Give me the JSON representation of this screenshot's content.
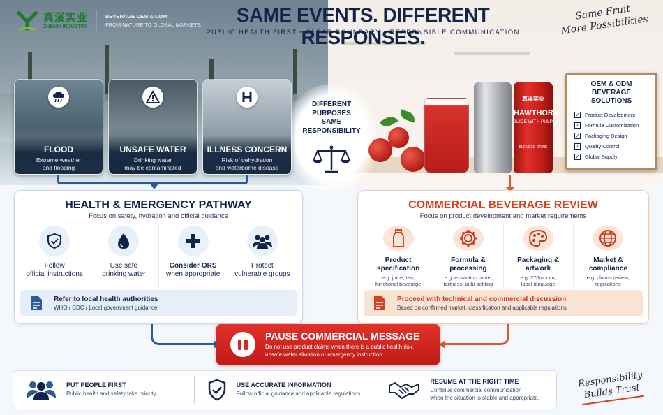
{
  "brand": {
    "name_cn": "真溪实业",
    "name_en": "ZHENXI INDUSTRY",
    "tagline_1": "BEVERAGE OEM & ODM",
    "tagline_2": "FROM NATURE TO GLOBAL MARKETS"
  },
  "header": {
    "title": "SAME EVENTS. DIFFERENT RESPONSES.",
    "subtitle": "PUBLIC HEALTH FIRST  •  CLEAR BOUNDARY  •  RESPONSIBLE COMMUNICATION",
    "slogan_1": "Same Fruit",
    "slogan_2": "More Possibilities"
  },
  "events": [
    {
      "title": "FLOOD",
      "desc_1": "Extreme weather",
      "desc_2": "and flooding",
      "icon": "cloud-rain-icon"
    },
    {
      "title": "UNSAFE WATER",
      "desc_1": "Drinking water",
      "desc_2": "may be contaminated",
      "icon": "warning-icon"
    },
    {
      "title": "ILLNESS CONCERN",
      "desc_1": "Risk of dehydration",
      "desc_2": "and waterborne disease",
      "icon": "hospital-icon"
    }
  ],
  "center": {
    "line_1": "DIFFERENT",
    "line_2": "PURPOSES",
    "line_3": "SAME",
    "line_4": "RESPONSIBILITY"
  },
  "product": {
    "can_brand": "真溪实业",
    "can_title_1": "HAWTHORN",
    "can_title_2": "JUICE WITH PULP",
    "can_foot": "BLENDED DRINK"
  },
  "easel": {
    "title_1": "OEM & ODM",
    "title_2": "BEVERAGE SOLUTIONS",
    "items": [
      "Product Development",
      "Formula Customization",
      "Packaging Design",
      "Quality Control",
      "Global Supply"
    ]
  },
  "health": {
    "title": "HEALTH & EMERGENCY PATHWAY",
    "subtitle": "Focus on safety, hydration and official guidance",
    "items": [
      {
        "l1": "Follow",
        "l2": "official instructions",
        "icon": "shield-check-icon"
      },
      {
        "l1": "Use safe",
        "l2": "drinking water",
        "icon": "water-drop-icon"
      },
      {
        "l1": "Consider ORS",
        "l2": "when appropriate",
        "icon": "medical-cross-icon"
      },
      {
        "l1": "Protect",
        "l2": "vulnerable groups",
        "icon": "people-group-icon"
      }
    ],
    "foot_title": "Refer to local health authorities",
    "foot_sub": "WHO / CDC / Local government guidance"
  },
  "commercial": {
    "title": "COMMERCIAL BEVERAGE REVIEW",
    "subtitle": "Focus on product development and market requirements",
    "items": [
      {
        "l1": "Product",
        "l2": "specification",
        "ex1": "e.g. juice, tea,",
        "ex2": "functional beverage",
        "icon": "bottle-icon"
      },
      {
        "l1": "Formula &",
        "l2": "processing",
        "ex1": "e.g. extraction route,",
        "ex2": "tartness, pulp settling",
        "icon": "gear-icon"
      },
      {
        "l1": "Packaging &",
        "l2": "artwork",
        "ex1": "e.g. 270ml can,",
        "ex2": "label language",
        "icon": "palette-icon"
      },
      {
        "l1": "Market &",
        "l2": "compliance",
        "ex1": "e.g. claims review,",
        "ex2": "regulations",
        "icon": "globe-icon"
      }
    ],
    "foot_title": "Proceed with technical and commercial discussion",
    "foot_sub": "Based on confirmed market, classification and applicable regulations"
  },
  "pause": {
    "title": "PAUSE COMMERCIAL MESSAGE",
    "desc_1": "Do not use product claims when there is a public health risk,",
    "desc_2": "unsafe water situation or emergency instruction."
  },
  "principles": [
    {
      "title": "PUT PEOPLE FIRST",
      "d1": "Public health and safety take priority.",
      "d2": "",
      "icon": "people-icon"
    },
    {
      "title": "USE ACCURATE INFORMATION",
      "d1": "Follow official guidance and applicable regulations.",
      "d2": "",
      "icon": "shield-check-icon"
    },
    {
      "title": "RESUME AT THE RIGHT TIME",
      "d1": "Continue commercial communication",
      "d2": "when the situation is stable and appropriate.",
      "icon": "handshake-icon"
    }
  ],
  "footer_slogan": {
    "l1": "Responsibility",
    "l2": "Builds Trust"
  },
  "colors": {
    "navy": "#12244a",
    "blue": "#2a5a9a",
    "orange": "#d8401e",
    "red": "#d22a24",
    "green": "#1e7a2e"
  }
}
